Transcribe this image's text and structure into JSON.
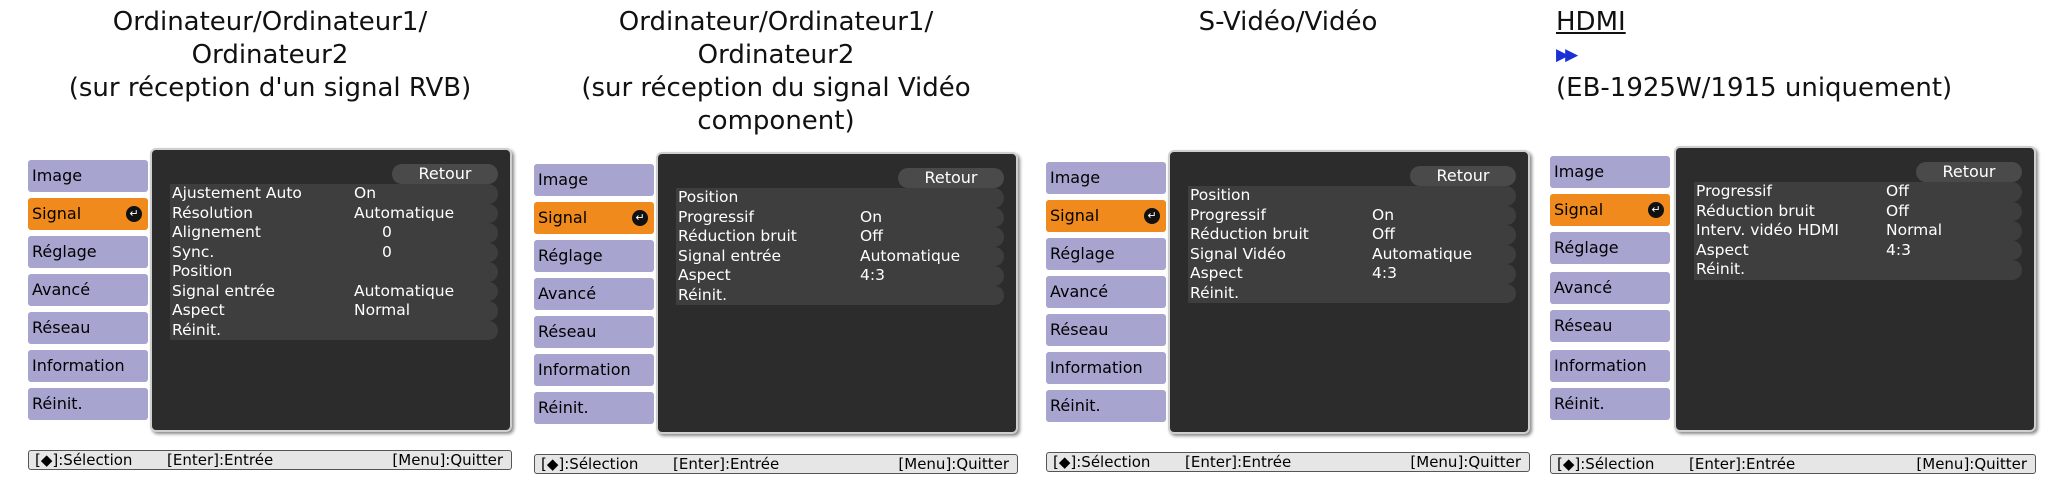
{
  "menu_labels": [
    "Image",
    "Signal",
    "Réglage",
    "Avancé",
    "Réseau",
    "Information",
    "Réinit."
  ],
  "retour_label": "Retour",
  "hint": {
    "select": "[◆]:Sélection",
    "enter": "[Enter]:Entrée",
    "quit": "[Menu]:Quitter"
  },
  "panels": [
    {
      "caption": [
        "Ordinateur/Ordinateur1/",
        "Ordinateur2",
        "(sur réception d'un signal RVB)"
      ],
      "rows": [
        {
          "label": "Ajustement Auto",
          "value": "On"
        },
        {
          "label": "Résolution",
          "value": "Automatique"
        },
        {
          "label": "Alignement",
          "value": "0"
        },
        {
          "label": "Sync.",
          "value": "0"
        },
        {
          "label": "Position",
          "value": ""
        },
        {
          "label": "Signal entrée",
          "value": "Automatique"
        },
        {
          "label": "Aspect",
          "value": "Normal"
        },
        {
          "label": "Réinit.",
          "value": ""
        }
      ]
    },
    {
      "caption": [
        "Ordinateur/Ordinateur1/",
        "Ordinateur2",
        "(sur réception du signal Vidéo",
        "component)"
      ],
      "rows": [
        {
          "label": "Position",
          "value": ""
        },
        {
          "label": "Progressif",
          "value": "On"
        },
        {
          "label": "Réduction bruit",
          "value": "Off"
        },
        {
          "label": "Signal entrée",
          "value": "Automatique"
        },
        {
          "label": "Aspect",
          "value": "4:3"
        },
        {
          "label": "Réinit.",
          "value": ""
        }
      ]
    },
    {
      "caption": [
        "S-Vidéo/Vidéo"
      ],
      "rows": [
        {
          "label": "Position",
          "value": ""
        },
        {
          "label": "Progressif",
          "value": "On"
        },
        {
          "label": "Réduction bruit",
          "value": "Off"
        },
        {
          "label": "Signal Vidéo",
          "value": "Automatique"
        },
        {
          "label": "Aspect",
          "value": "4:3"
        },
        {
          "label": "Réinit.",
          "value": ""
        }
      ]
    },
    {
      "caption_link": "HDMI",
      "caption_rest": "(EB-1925W/1915 uniquement)",
      "rows": [
        {
          "label": "Progressif",
          "value": "Off"
        },
        {
          "label": "Réduction bruit",
          "value": "Off"
        },
        {
          "label": "Interv. vidéo HDMI",
          "value": "Normal"
        },
        {
          "label": "Aspect",
          "value": "4:3"
        },
        {
          "label": "Réinit.",
          "value": ""
        }
      ]
    }
  ]
}
